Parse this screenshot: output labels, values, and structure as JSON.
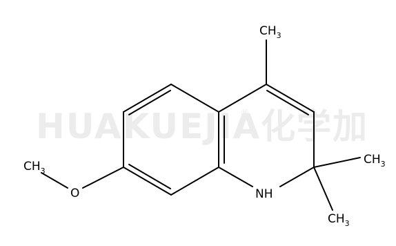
{
  "watermark": {
    "text": "HUAKUEJIA",
    "registered": "®",
    "cjk": "化学加"
  },
  "labels": {
    "ch3_top": {
      "main": "CH",
      "sub": "3"
    },
    "ch3_right": {
      "main": "CH",
      "sub": "3"
    },
    "ch3_bottom": {
      "main": "CH",
      "sub": "3"
    },
    "ch3_left": {
      "main": "CH",
      "sub": "3"
    },
    "oxygen": "O",
    "nh": "NH"
  }
}
